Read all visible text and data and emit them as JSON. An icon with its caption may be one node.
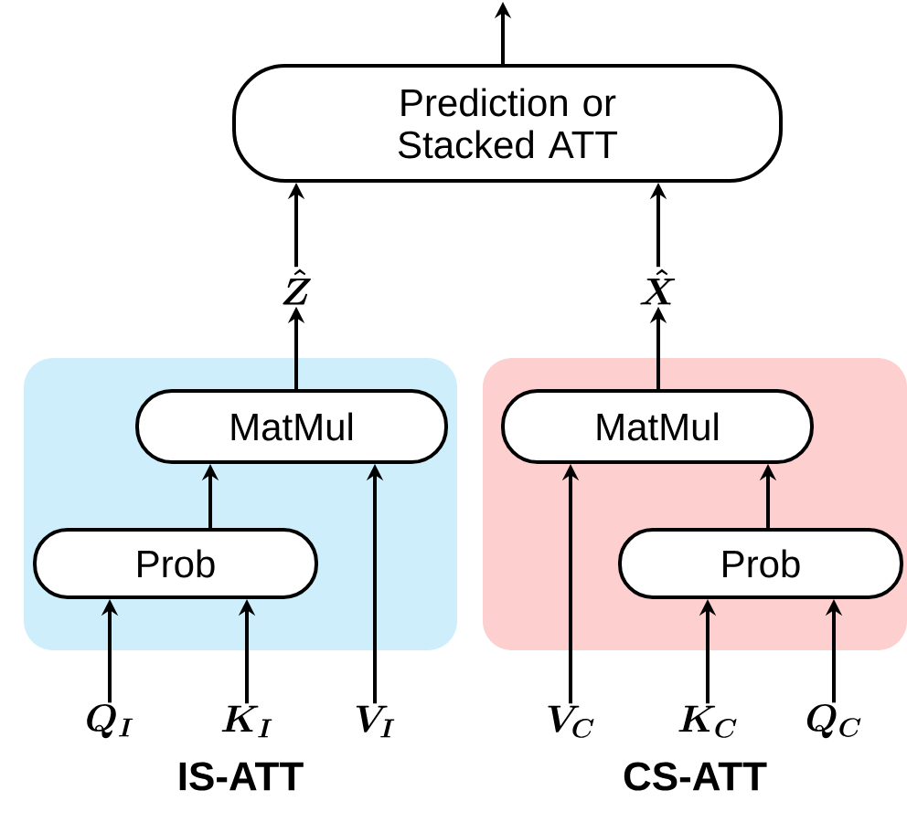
{
  "diagram": {
    "nodes": [
      {
        "text": [
          "Prediction or Stacked ATT"
        ]
      },
      {
        "text": [
          "IS-ATT"
        ]
      },
      {
        "text": [
          "MatMul"
        ],
        "in": 1
      },
      {
        "text": [
          "Prob"
        ],
        "in": 1
      },
      {
        "text": [
          "CS-ATT"
        ]
      },
      {
        "text": [
          "MatMul"
        ],
        "in": 4
      },
      {
        "text": [
          "Prob"
        ],
        "in": 4
      },
      {
        "text": [
          "\\hat{Z}"
        ]
      },
      {
        "text": [
          "\\hat{X}"
        ]
      },
      {
        "text": [
          "Q_I"
        ]
      },
      {
        "text": [
          "K_I"
        ]
      },
      {
        "text": [
          "V_I"
        ]
      },
      {
        "text": [
          "V_C"
        ]
      },
      {
        "text": [
          "K_C"
        ]
      },
      {
        "text": [
          "Q_C"
        ]
      }
    ],
    "edges": [
      {
        "from": 0,
        "to": null,
        "arrow": "to"
      },
      {
        "from": 7,
        "to": 0,
        "arrow": "to"
      },
      {
        "from": 8,
        "to": 0,
        "arrow": "to"
      },
      {
        "from": 2,
        "to": 7,
        "arrow": "to"
      },
      {
        "from": 5,
        "to": 8,
        "arrow": "to"
      },
      {
        "from": 3,
        "to": 2,
        "arrow": "to"
      },
      {
        "from": 11,
        "to": 2,
        "arrow": "to"
      },
      {
        "from": 9,
        "to": 3,
        "arrow": "to"
      },
      {
        "from": 10,
        "to": 3,
        "arrow": "to"
      },
      {
        "from": 12,
        "to": 5,
        "arrow": "to"
      },
      {
        "from": 6,
        "to": 5,
        "arrow": "to"
      },
      {
        "from": 13,
        "to": 6,
        "arrow": "to"
      },
      {
        "from": 14,
        "to": 6,
        "arrow": "to"
      }
    ]
  }
}
